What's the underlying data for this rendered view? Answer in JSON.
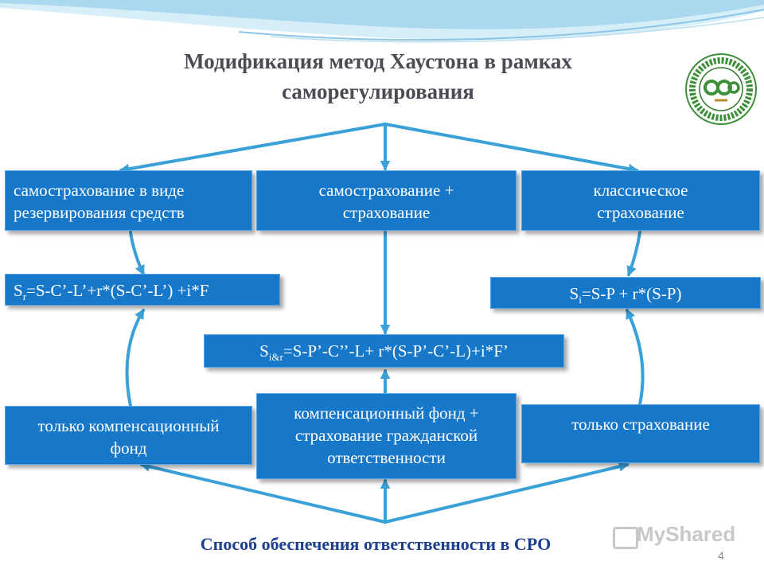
{
  "title": {
    "line1": "Модификация метод Хаустона в рамках",
    "line2": "саморегулирования"
  },
  "top_boxes": {
    "left": {
      "line1": "самострахование в виде",
      "line2": "резервирования средств"
    },
    "center": {
      "line1": "самострахование +",
      "line2": "страхование"
    },
    "right": {
      "line1": "классическое",
      "line2": "страхование"
    }
  },
  "formulas": {
    "left": {
      "s": "S",
      "sub": "r",
      "rest": "=S-C’-L’+r*(S-C’-L’) +i*F"
    },
    "center": {
      "s": "S",
      "sub": "i&r",
      "rest": "=S-P’-C’’-L+ r*(S-P’-C’-L)+i*F’"
    },
    "right": {
      "s": "S",
      "sub": "i",
      "rest": "=S-P + r*(S-P)"
    }
  },
  "bottom_boxes": {
    "left": {
      "line1": "только компенсационный",
      "line2": "фонд"
    },
    "center": {
      "line1": "компенсационный фонд +",
      "line2": "страхование гражданской",
      "line3": "ответственности"
    },
    "right": {
      "line1": "только страхование"
    }
  },
  "footer": "Способ обеспечения ответственности в СРО",
  "page_number": "4",
  "watermark": "MyShared",
  "colors": {
    "box_fill": "#1777c9",
    "arrow": "#3aa0d8",
    "title": "#4b4b55",
    "footer": "#1d3f8f"
  }
}
